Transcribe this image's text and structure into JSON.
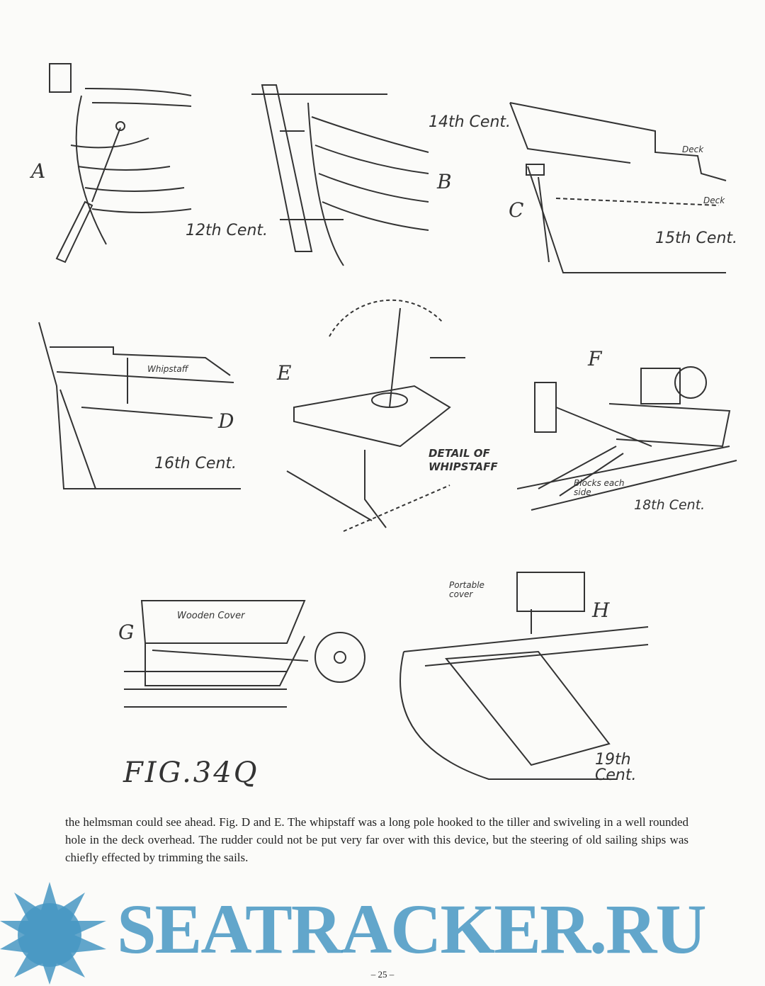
{
  "figures": {
    "a": {
      "letter": "A",
      "century": "12th Cent."
    },
    "b": {
      "letter": "B",
      "century": "14th Cent."
    },
    "c": {
      "letter": "C",
      "deck_upper": "Deck",
      "deck_lower": "Deck",
      "century": "15th Cent."
    },
    "d": {
      "letter": "D",
      "whipstaff": "Whipstaff",
      "century": "16th Cent."
    },
    "e": {
      "letter": "E",
      "detail": "DETAIL OF WHIPSTAFF"
    },
    "f": {
      "letter": "F",
      "blocks": "Blocks each side",
      "century": "18th Cent."
    },
    "g": {
      "letter": "G",
      "cover": "Wooden Cover"
    },
    "h": {
      "letter": "H",
      "portable": "Portable cover",
      "century": "19th Cent."
    }
  },
  "caption": "FIG.34Q",
  "body_text": "the helmsman could see ahead. Fig. D and E. The whipstaff was a long pole hooked to the tiller and swiveling in a well rounded hole in the deck overhead. The rudder could not be put very far over with this device, but the steering of old sailing ships was chiefly effected by trimming the sails.",
  "page_number": "– 25 –",
  "watermark": "SEATRACKER.RU",
  "colors": {
    "watermark": "#4a9ac6",
    "ink": "#333333"
  }
}
